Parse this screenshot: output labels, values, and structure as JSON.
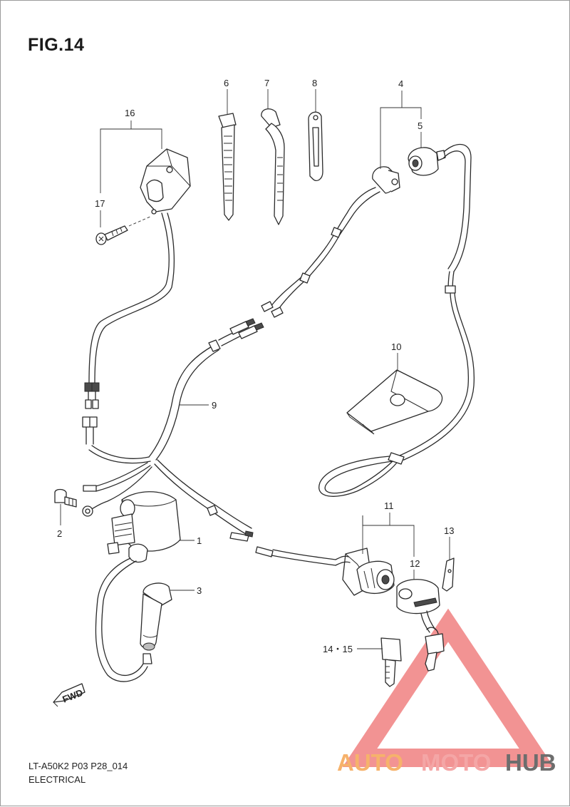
{
  "title": "FIG.14",
  "model_code": "LT-A50K2 P03 P28_014",
  "section": "ELECTRICAL",
  "callouts": {
    "c1": "1",
    "c2": "2",
    "c3": "3",
    "c4": "4",
    "c5": "5",
    "c6": "6",
    "c7": "7",
    "c8": "8",
    "c9": "9",
    "c10": "10",
    "c11": "11",
    "c12": "12",
    "c13": "13",
    "c14_15": "14・15",
    "c16": "16",
    "c17": "17"
  },
  "fwd_label": "FWD",
  "watermark": {
    "part1": "AUTO",
    "part2": "MOTO",
    "part3": "HUB",
    "colors": {
      "auto": "#f6b26b",
      "moto": "#f4a6a6",
      "hub": "#6d6d6d",
      "triangle": "#f08080"
    }
  }
}
